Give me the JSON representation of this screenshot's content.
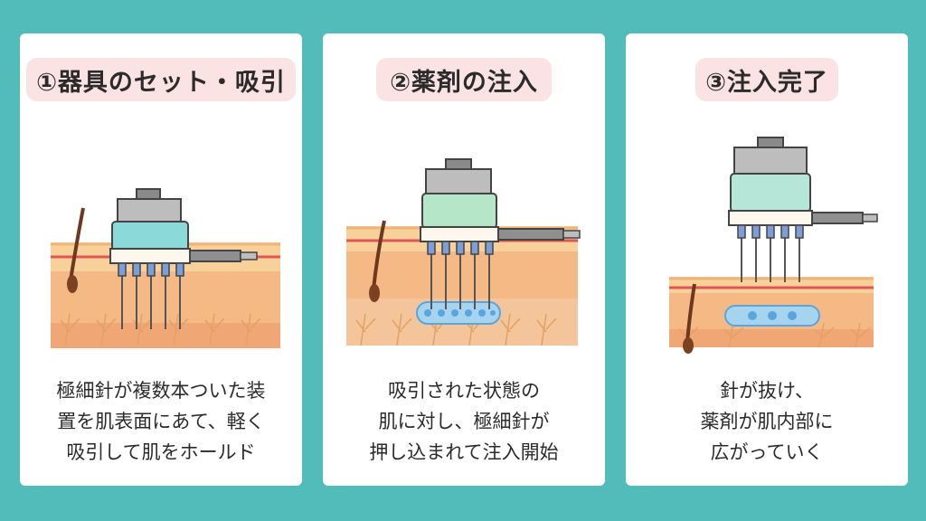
{
  "panels": [
    {
      "title": "①器具のセット・吸引",
      "lines": [
        "極細針が複数本ついた装",
        "置を肌表面にあて、軽く",
        "吸引して肌をホールド"
      ]
    },
    {
      "title": "②薬剤の注入",
      "lines": [
        "吸引された状態の",
        "肌に対し、極細針が",
        "押し込まれて注入開始"
      ]
    },
    {
      "title": "③注入完了",
      "lines": [
        "針が抜け、",
        "薬剤が肌内部に",
        "広がっていく"
      ]
    }
  ],
  "colors": {
    "background": "#52bcbb",
    "title_bg": "#fbe3e3",
    "skin_top": "#f7c98b",
    "skin_mid": "#f5b07c",
    "capillary": "#e05555",
    "device_cap": "#8cd9d9",
    "medicine": "#5aa5e0"
  }
}
